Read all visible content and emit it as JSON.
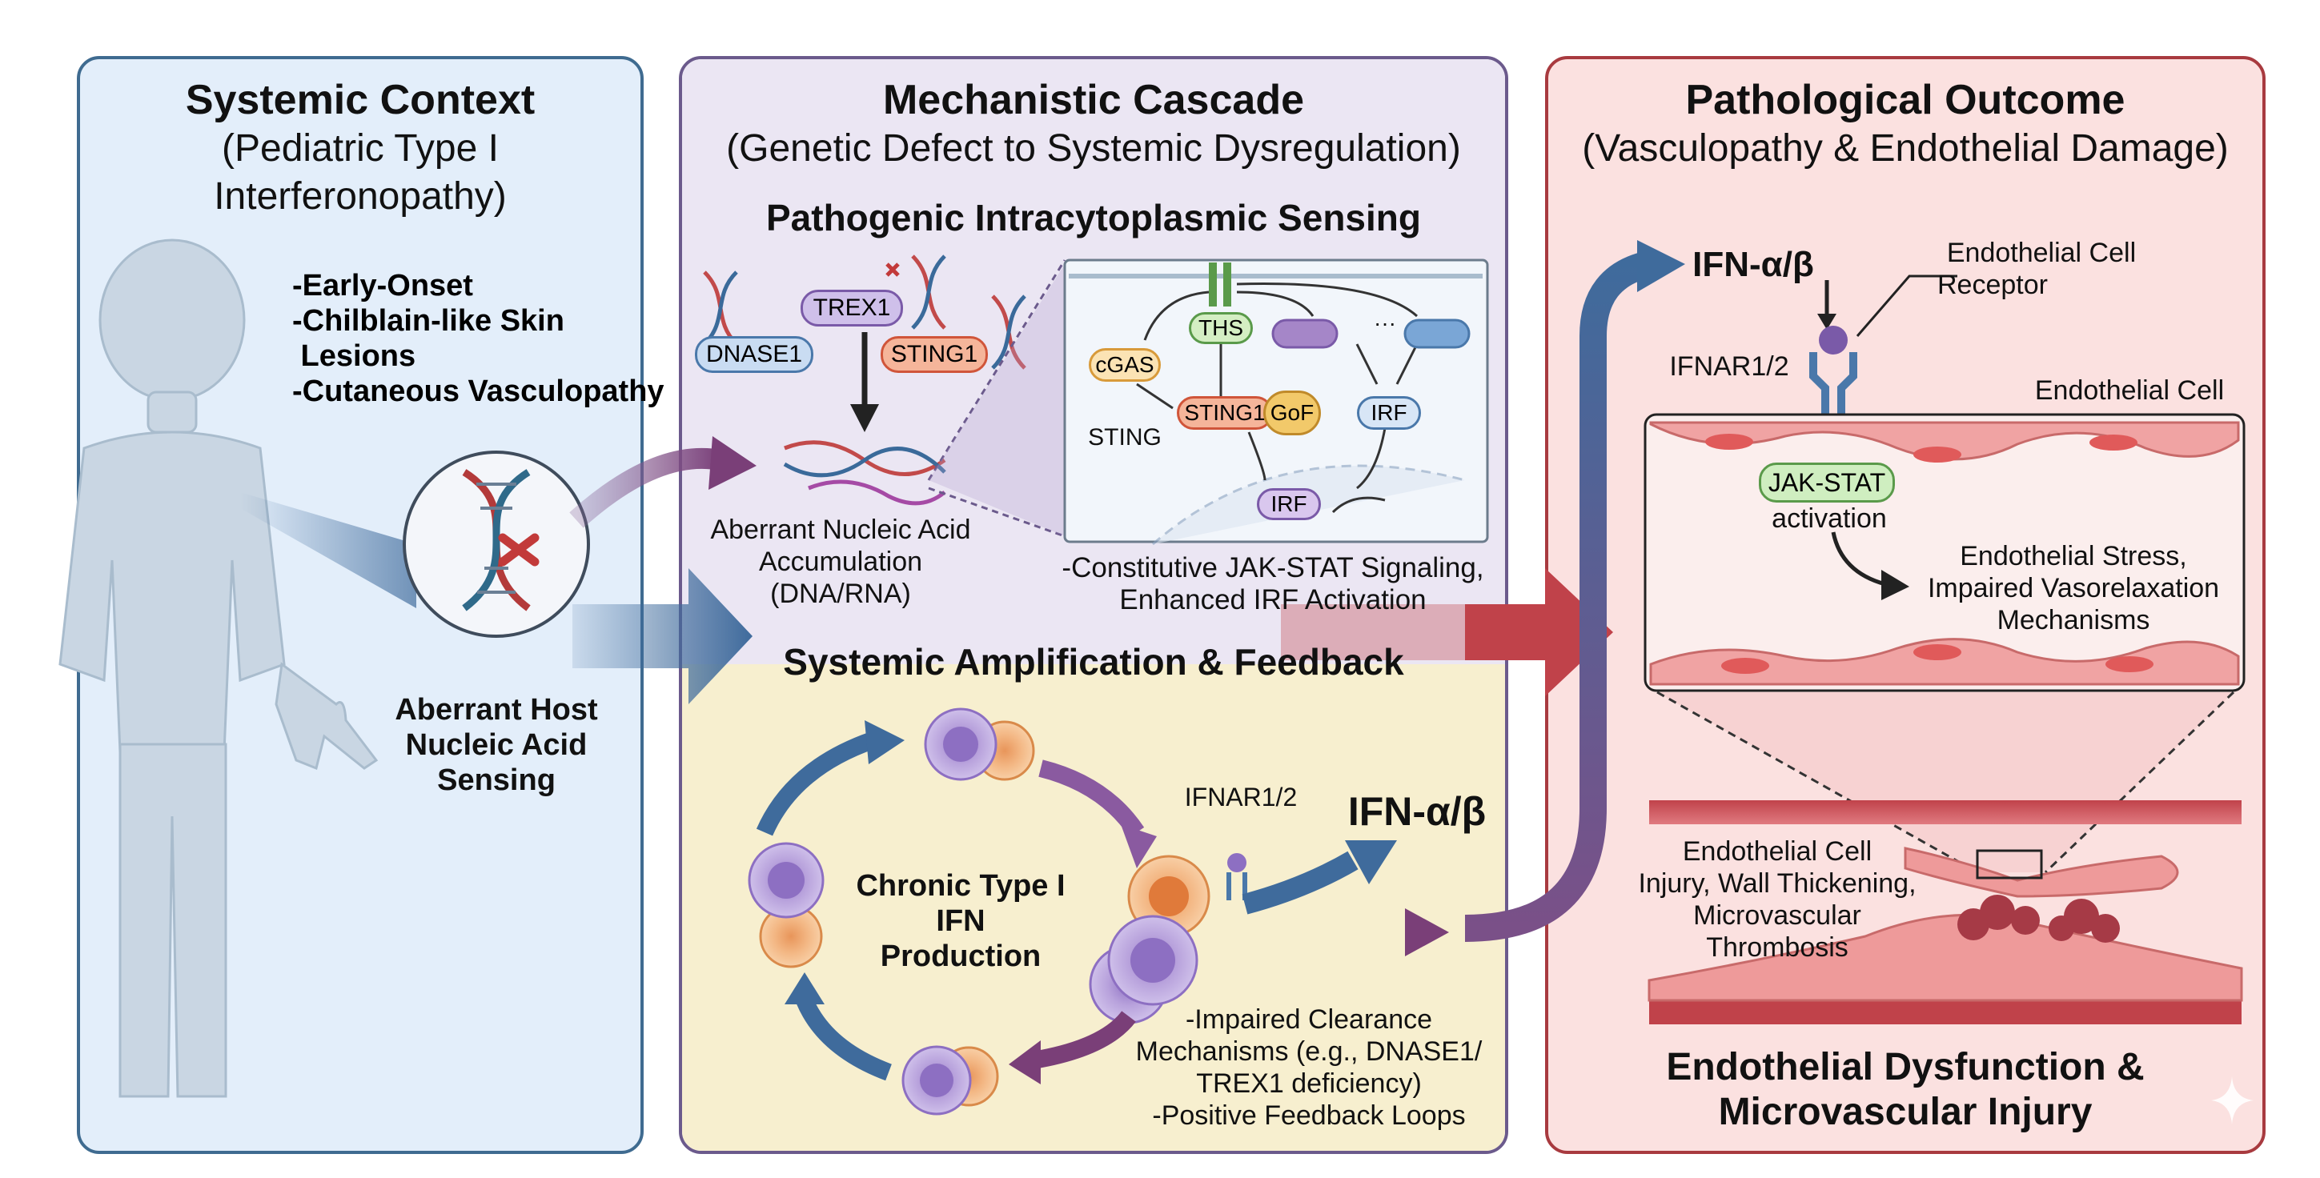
{
  "panel1": {
    "title": "Systemic Context",
    "subtitle_line1": "(Pediatric Type I",
    "subtitle_line2": "Interferonopathy)",
    "symptoms": [
      "-Early-Onset",
      "-Chilblain-like Skin",
      " Lesions",
      "-Cutaneous Vasculopathy"
    ],
    "sensing_lines": [
      "Aberrant Host",
      "Nucleic Acid",
      "Sensing"
    ]
  },
  "panel2": {
    "title": "Mechanistic Cascade",
    "subtitle": "(Genetic Defect to Systemic Dysregulation)",
    "section1_title": "Pathogenic Intracytoplasmic Sensing",
    "genes": {
      "trex1": "TREX1",
      "dnase1": "DNASE1",
      "sting1": "STING1"
    },
    "accumulation_lines": [
      "Aberrant Nucleic Acid",
      "Accumulation",
      "(DNA/RNA)"
    ],
    "inset": {
      "ths": "THS",
      "cgas": "cGAS",
      "sting1": "STING1",
      "gof": "GoF",
      "sting": "STING",
      "irf_cyto": "IRF",
      "irf_nuc": "IRF",
      "ellipsis": "···"
    },
    "signal_note_lines": [
      "-Constitutive JAK-STAT Signaling,",
      "Enhanced IRF Activation"
    ],
    "section2_title": "Systemic Amplification & Feedback",
    "cycle_label_lines": [
      "Chronic Type I",
      "IFN",
      "Production"
    ],
    "receptor_label": "IFNAR1/2",
    "ifn": "IFN-α/β",
    "clearance_lines": [
      "-Impaired Clearance",
      "Mechanisms (e.g., DNASE1/",
      "TREX1 deficiency)",
      "-Positive Feedback Loops"
    ]
  },
  "panel3": {
    "title": "Pathological Outcome",
    "subtitle": "(Vasculopathy & Endothelial Damage)",
    "ifn": "IFN-α/β",
    "receptor_callout_lines": [
      "Endothelial Cell",
      "Receptor"
    ],
    "receptor_label": "IFNAR1/2",
    "endothelial_cell": "Endothelial Cell",
    "jak_stat": "JAK-STAT",
    "activation": "activation",
    "stress_lines": [
      "Endothelial Stress,",
      "Impaired Vasorelaxation",
      "Mechanisms"
    ],
    "injury_lines": [
      "Endothelial Cell",
      "Injury, Wall Thickening,",
      "Microvascular",
      "Thrombosis"
    ],
    "outcome_lines": [
      "Endothelial Dysfunction &",
      "Microvascular Injury"
    ]
  },
  "colors": {
    "panel1_bg": "#e3eefa",
    "panel1_border": "#3f6b90",
    "panel2_top_bg": "#ebe6f3",
    "panel2_bottom_bg": "#f7efcf",
    "panel2_border": "#6b5a8c",
    "panel3_bg": "#fbe1e0",
    "panel3_border": "#a83a3f",
    "arrow_purple": "#7a5088",
    "arrow_blue": "#3f6b9c",
    "arrow_red": "#c0424a"
  }
}
